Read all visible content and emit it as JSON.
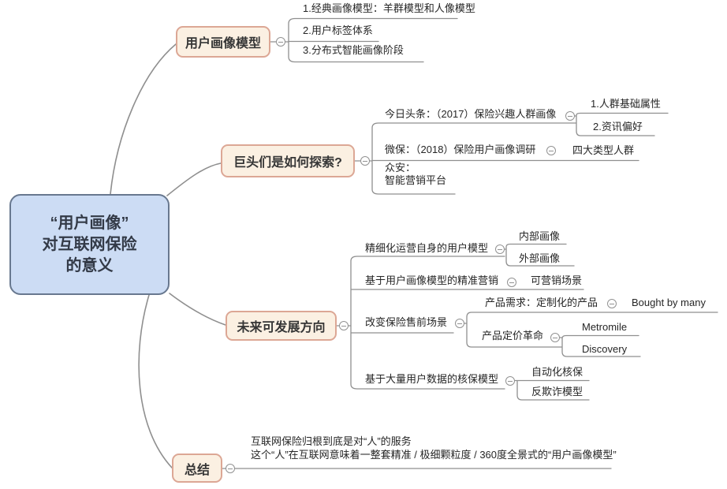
{
  "colors": {
    "root_fill": "#ccdcf4",
    "root_border": "#68788f",
    "branch_fill": "#fbf0e2",
    "branch_border": "#dca795",
    "connector": "#8f8f8f",
    "text": "#262626"
  },
  "icons": {
    "collapse": "minus-circle-icon"
  },
  "root": {
    "line1": "“用户画像”",
    "line2": "对互联网保险",
    "line3": "的意义"
  },
  "branch1": {
    "label": "用户画像模型",
    "c1": "1.经典画像模型：羊群模型和人像模型",
    "c2": "2.用户标签体系",
    "c3": "3.分布式智能画像阶段"
  },
  "branch2": {
    "label": "巨头们是如何探索?",
    "toutiao": "今日头条：（2017）保险兴趣人群画像",
    "toutiao_c1": "1.人群基础属性",
    "toutiao_c2": "2.资讯偏好",
    "weibao": "微保：（2018）保险用户画像调研",
    "weibao_c1": "四大类型人群",
    "zhongan_l1": "众安：",
    "zhongan_l2": "智能营销平台"
  },
  "branch3": {
    "label": "未来可发展方向",
    "c1": "精细化运营自身的用户模型",
    "c1a": "内部画像",
    "c1b": "外部画像",
    "c2": "基于用户画像模型的精准营销",
    "c2a": "可营销场景",
    "c3": "改变保险售前场景",
    "c3a": "产品需求：定制化的产品",
    "c3a1": "Bought by many",
    "c3b": "产品定价革命",
    "c3b1": "Metromile",
    "c3b2": "Discovery",
    "c4": "基于大量用户数据的核保模型",
    "c4a": "自动化核保",
    "c4b": "反欺诈模型"
  },
  "branch4": {
    "label": "总结",
    "summary_l1": "互联网保险归根到底是对“人”的服务",
    "summary_l2": "这个“人”在互联网意味着一整套精准 / 极细颗粒度 / 360度全景式的“用户画像模型”"
  }
}
